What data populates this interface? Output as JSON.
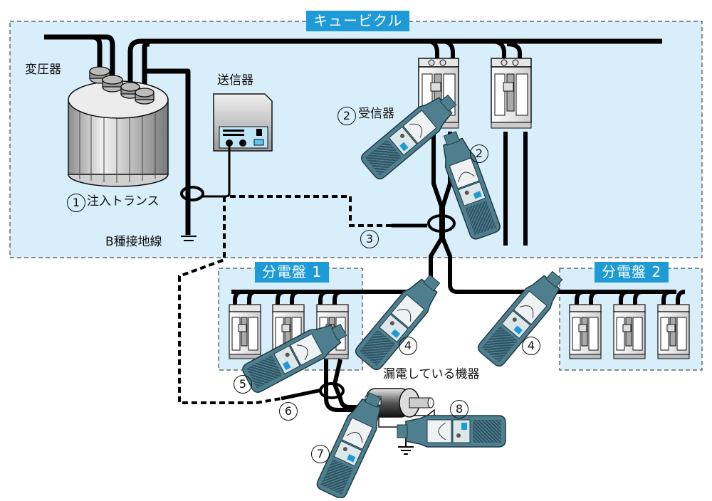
{
  "colors": {
    "zone_fill": "#d8eefa",
    "tag_bg": "#1e9ad6",
    "wire": "#000000",
    "clamp_meter_body": "#4f7f8f",
    "clamp_meter_grip": "#2f5666"
  },
  "zones": {
    "cubicle": {
      "label": "キュービクル"
    },
    "panel1": {
      "label": "分電盤 1"
    },
    "panel2": {
      "label": "分電盤 2"
    }
  },
  "labels": {
    "transformer": "変圧器",
    "transmitter": "送信器",
    "receiver": "受信器",
    "injection_transformer": "注入トランス",
    "b_ground": "B種接地線",
    "leaking_device": "漏電している機器"
  },
  "markers": {
    "m1": "1",
    "m2a": "2",
    "m2b": "2",
    "m3": "3",
    "m4a": "4",
    "m4b": "4",
    "m5": "5",
    "m6": "6",
    "m7": "7",
    "m8": "8"
  }
}
